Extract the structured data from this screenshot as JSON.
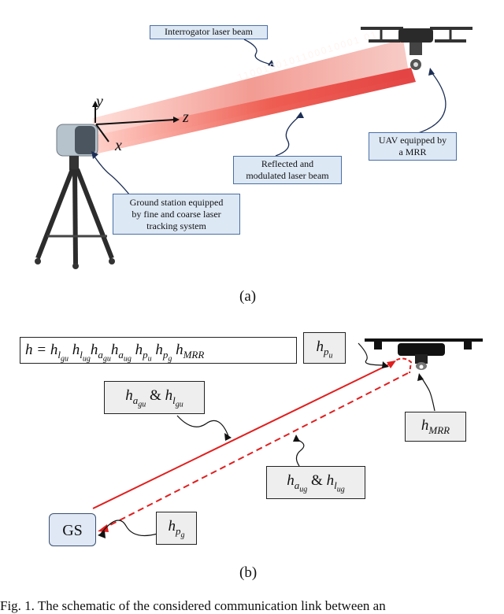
{
  "panel_a": {
    "interrogator_label": "Interrogator laser beam",
    "bitstream": "1100100101100010001 01",
    "reflected_label_1": "Reflected and",
    "reflected_label_2": "modulated laser beam",
    "uav_label_1": "UAV equipped by",
    "uav_label_2": "a MRR",
    "ground_label_1": "Ground station equipped",
    "ground_label_2": "by fine and coarse laser",
    "ground_label_3": "tracking system",
    "axis_y": "y",
    "axis_z": "z",
    "axis_x": "x",
    "caption": "(a)"
  },
  "panel_b": {
    "equation": {
      "lhs": "h = ",
      "terms": [
        {
          "base": "h",
          "sub": "l",
          "subsub": "gu"
        },
        {
          "base": "h",
          "sub": "l",
          "subsub": "ug"
        },
        {
          "base": "h",
          "sub": "a",
          "subsub": "gu"
        },
        {
          "base": "h",
          "sub": "a",
          "subsub": "ug"
        },
        {
          "base": "h",
          "sub": "p",
          "subsub": "u"
        },
        {
          "base": "h",
          "sub": "p",
          "subsub": "g"
        },
        {
          "base": "h",
          "sub": "MRR",
          "subsub": ""
        }
      ]
    },
    "hpu": {
      "base": "h",
      "sub": "p",
      "subsub": "u"
    },
    "hagu_hlgu": {
      "base1": "h",
      "sub1": "a",
      "subsub1": "gu",
      "amp": " & ",
      "base2": "h",
      "sub2": "l",
      "subsub2": "gu"
    },
    "hmrr": {
      "base": "h",
      "sub": "MRR"
    },
    "haug_hlug": {
      "base1": "h",
      "sub1": "a",
      "subsub1": "ug",
      "amp": " & ",
      "base2": "h",
      "sub2": "l",
      "subsub2": "ug"
    },
    "hpg": {
      "base": "h",
      "sub": "p",
      "subsub": "g"
    },
    "gs": "GS",
    "caption": "(b)"
  },
  "figure_caption": "Fig. 1.   The schematic of the considered communication link between an",
  "colors": {
    "beam_red": "#e23b3b",
    "link_red": "#e11e1e",
    "box_blue_fill": "#dde8f5",
    "box_blue_border": "#4a6fa5",
    "box_gray_fill": "#eeeeee"
  }
}
